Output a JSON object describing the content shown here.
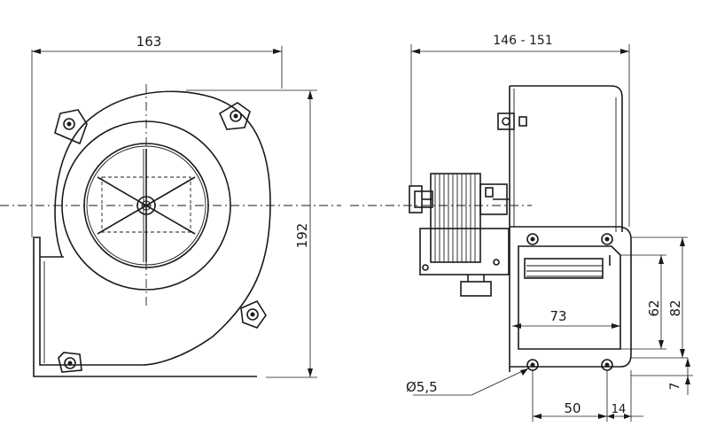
{
  "dimensions": {
    "width_front": "163",
    "width_side": "146 - 151",
    "height_total": "192",
    "mount_height_inner": "62",
    "mount_height_outer": "82",
    "flange_width": "73",
    "hole_diameter": "Ø5,5",
    "hole_spacing": "50",
    "hole_offset": "14",
    "base_offset": "7"
  }
}
